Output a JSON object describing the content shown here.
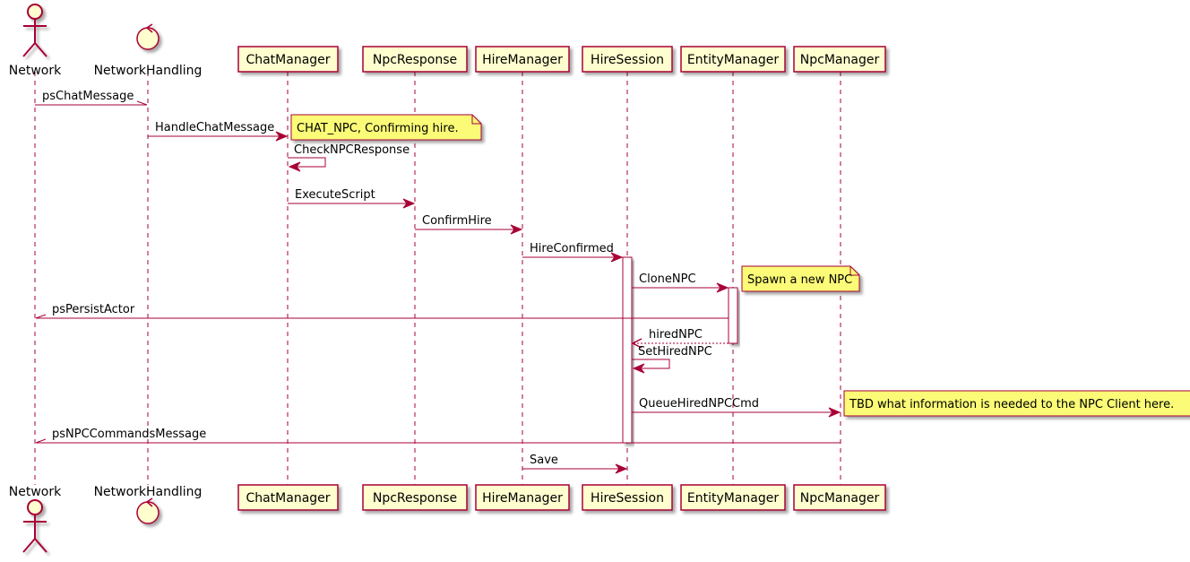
{
  "diagram": {
    "type": "sequence",
    "colors": {
      "line": "#A80036",
      "participant_fill": "#FEFECE",
      "note_fill": "#FBFB77",
      "background": "#FFFFFF"
    },
    "participants": [
      {
        "id": "network",
        "label": "Network",
        "kind": "actor"
      },
      {
        "id": "networkhandling",
        "label": "NetworkHandling",
        "kind": "control"
      },
      {
        "id": "chatmanager",
        "label": "ChatManager",
        "kind": "participant"
      },
      {
        "id": "npcresponse",
        "label": "NpcResponse",
        "kind": "participant"
      },
      {
        "id": "hiremanager",
        "label": "HireManager",
        "kind": "participant"
      },
      {
        "id": "hiresession",
        "label": "HireSession",
        "kind": "participant"
      },
      {
        "id": "entitymanager",
        "label": "EntityManager",
        "kind": "participant"
      },
      {
        "id": "npcmanager",
        "label": "NpcManager",
        "kind": "participant"
      }
    ],
    "messages": [
      {
        "from": "network",
        "to": "networkhandling",
        "label": "psChatMessage",
        "style": "async"
      },
      {
        "from": "networkhandling",
        "to": "chatmanager",
        "label": "HandleChatMessage",
        "style": "sync"
      },
      {
        "from": "chatmanager",
        "to": "chatmanager",
        "label": "CheckNPCResponse",
        "style": "self"
      },
      {
        "from": "chatmanager",
        "to": "npcresponse",
        "label": "ExecuteScript",
        "style": "sync"
      },
      {
        "from": "npcresponse",
        "to": "hiremanager",
        "label": "ConfirmHire",
        "style": "sync"
      },
      {
        "from": "hiremanager",
        "to": "hiresession",
        "label": "HireConfirmed",
        "style": "sync"
      },
      {
        "from": "hiresession",
        "to": "entitymanager",
        "label": "CloneNPC",
        "style": "sync"
      },
      {
        "from": "entitymanager",
        "to": "network",
        "label": "psPersistActor",
        "style": "async"
      },
      {
        "from": "entitymanager",
        "to": "hiresession",
        "label": "hiredNPC",
        "style": "return"
      },
      {
        "from": "hiresession",
        "to": "hiresession",
        "label": "SetHiredNPC",
        "style": "self"
      },
      {
        "from": "hiresession",
        "to": "npcmanager",
        "label": "QueueHiredNPCCmd",
        "style": "sync"
      },
      {
        "from": "npcmanager",
        "to": "network",
        "label": "psNPCCommandsMessage",
        "style": "async"
      },
      {
        "from": "hiremanager",
        "to": "hiresession",
        "label": "Save",
        "style": "sync"
      }
    ],
    "notes": [
      {
        "right_of": "chatmanager",
        "at_message": 1,
        "text": "CHAT_NPC, Confirming hire."
      },
      {
        "right_of": "entitymanager",
        "at_message": 6,
        "text": "Spawn a new NPC"
      },
      {
        "right_of": "npcmanager",
        "at_message": 10,
        "text": "TBD what information is needed to the NPC Client here."
      }
    ],
    "activations": [
      {
        "participant": "hiresession",
        "from_message": 5,
        "to_message": 11
      },
      {
        "participant": "entitymanager",
        "from_message": 6,
        "to_message": 8
      }
    ]
  }
}
